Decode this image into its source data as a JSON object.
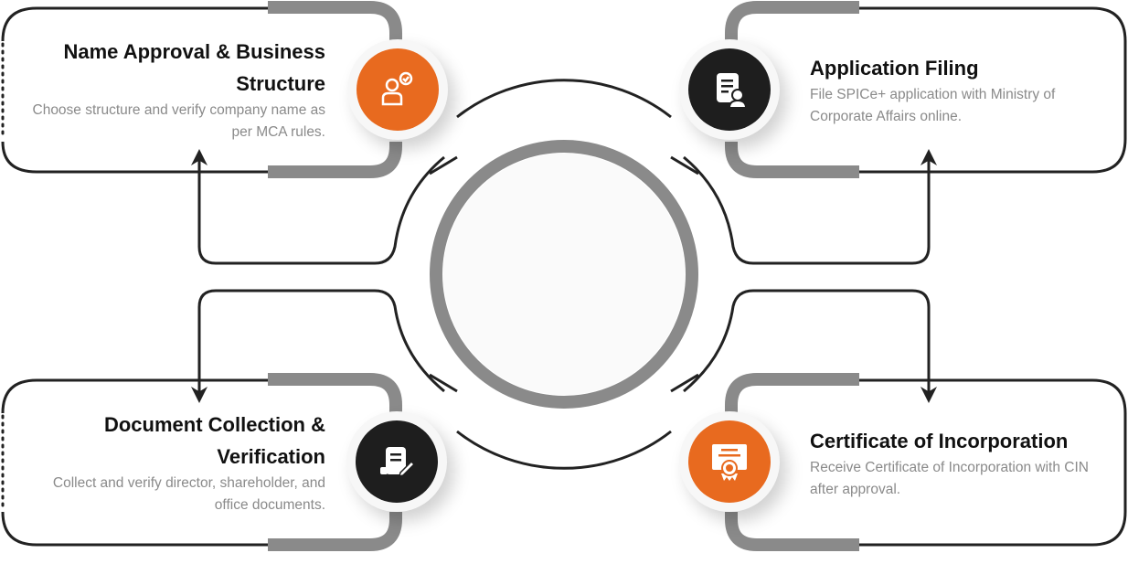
{
  "colors": {
    "accent": "#E86A1F",
    "dark": "#1E1E1E",
    "grey": "#8A8A8A",
    "line": "#222222"
  },
  "steps": [
    {
      "title": "Name Approval & Business Structure",
      "description": "Choose structure and verify company name as per MCA rules.",
      "icon": "user-check-icon"
    },
    {
      "title": "Application Filing",
      "description": "File SPICe+ application with Ministry of Corporate Affairs online.",
      "icon": "document-user-icon"
    },
    {
      "title": "Document Collection & Verification",
      "description": "Collect and verify director, shareholder, and office documents.",
      "icon": "document-edit-icon"
    },
    {
      "title": "Certificate of Incorporation",
      "description": "Receive Certificate of Incorporation with CIN after approval.",
      "icon": "certificate-icon"
    }
  ]
}
